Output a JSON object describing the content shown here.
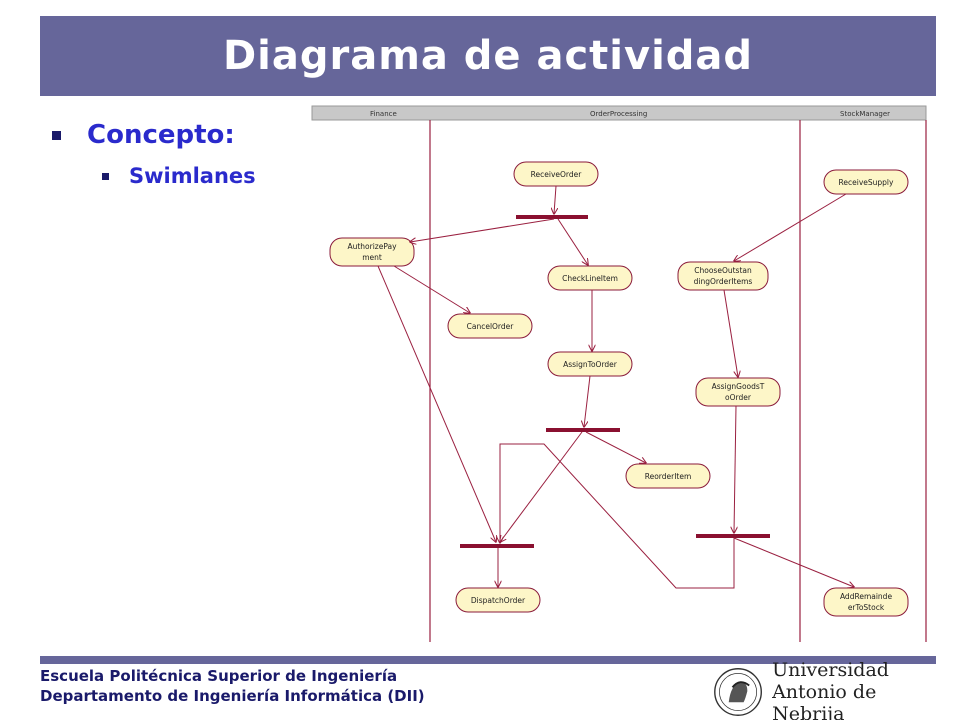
{
  "slide": {
    "title": "Diagrama de actividad",
    "bullet_main": "Concepto:",
    "bullet_sub": "Swimlanes"
  },
  "diagram": {
    "lanes": [
      "Finance",
      "OrderProcessing",
      "StockManager"
    ],
    "activities": {
      "receive_order": "ReceiveOrder",
      "receive_supply": "ReceiveSupply",
      "authorize_payment_1": "AuthorizePay",
      "authorize_payment_2": "ment",
      "check_line_item": "CheckLineItem",
      "choose_outstanding_1": "ChooseOutstan",
      "choose_outstanding_2": "dingOrderItems",
      "cancel_order": "CancelOrder",
      "assign_to_order": "AssignToOrder",
      "assign_goods_1": "AssignGoodsT",
      "assign_goods_2": "oOrder",
      "reorder_item": "ReorderItem",
      "dispatch_order": "DispatchOrder",
      "add_remainder_1": "AddRemainde",
      "add_remainder_2": "erToStock"
    },
    "colors": {
      "activity_fill": "#fdf6c8",
      "activity_stroke": "#8a1a3a",
      "arrow": "#9a2040",
      "sync_bar": "#8a1030",
      "lane_header": "#c8c8c8",
      "lane_line": "#9a2040"
    }
  },
  "footer": {
    "school": "Escuela Politécnica Superior de Ingeniería",
    "department": "Departamento de Ingeniería Informática (DII)",
    "logo_line1": "Universidad",
    "logo_line2": "Antonio de Nebrija",
    "logo_icon": "portrait-seal-icon"
  }
}
